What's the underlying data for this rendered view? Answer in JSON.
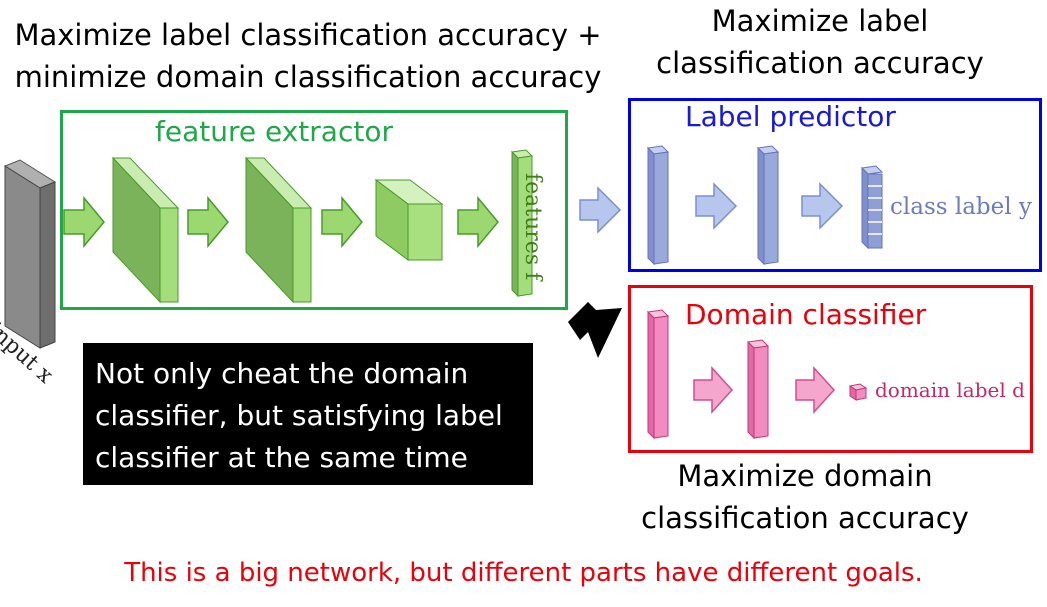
{
  "goals": {
    "feature_extractor_line1": "Maximize label classification accuracy +",
    "feature_extractor_line2": "minimize domain classification accuracy",
    "label_predictor_line1": "Maximize label",
    "label_predictor_line2": "classification accuracy",
    "domain_classifier_line1": "Maximize domain",
    "domain_classifier_line2": "classification accuracy"
  },
  "boxes": {
    "feature_extractor": "feature extractor",
    "label_predictor": "Label predictor",
    "domain_classifier": "Domain classifier"
  },
  "labels": {
    "input": "input x",
    "features": "features f",
    "class_label": "class label y",
    "domain_label": "domain label d"
  },
  "note": {
    "line1": "Not only cheat the domain",
    "line2": "classifier, but satisfying label",
    "line3": "classifier at the same time"
  },
  "footer": "This is a big network, but different parts have different goals.",
  "colors": {
    "feature_green": "#1fa74a",
    "label_blue": "#0000e6",
    "domain_red": "#e8000b",
    "layer_green": "#8ccf5a",
    "layer_blue": "#8f9fd6",
    "layer_pink": "#f28bbf"
  }
}
